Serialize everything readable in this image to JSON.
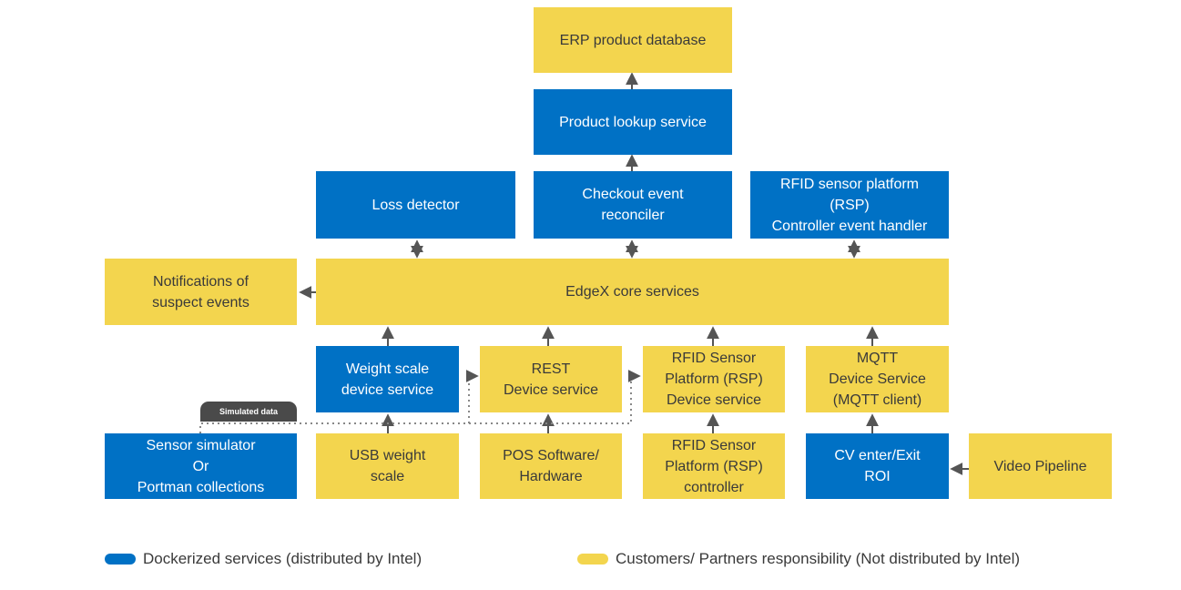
{
  "colors": {
    "intel_blue": "#0071c5",
    "partner_yellow": "#f3d54e",
    "arrow": "#555555"
  },
  "boxes": {
    "erp_db": "ERP product database",
    "product_lookup": "Product lookup service",
    "loss_detector": "Loss detector",
    "checkout_reconciler": "Checkout event\nreconciler",
    "rsp_controller_handler": "RFID sensor platform\n(RSP)\nController event handler",
    "notifications": "Notifications of\nsuspect events",
    "edgex_core": "EdgeX core services",
    "weight_scale_ds": "Weight scale\ndevice service",
    "rest_ds": "REST\nDevice service",
    "rfid_rsp_ds": "RFID Sensor\nPlatform (RSP)\nDevice service",
    "mqtt_ds": "MQTT\nDevice Service\n(MQTT client)",
    "sensor_simulator": "Sensor simulator\nOr\nPortman collections",
    "usb_weight_scale": "USB weight\nscale",
    "pos_hw": "POS Software/\nHardware",
    "rfid_rsp_controller": "RFID Sensor\nPlatform (RSP)\ncontroller",
    "cv_roi": "CV enter/Exit\nROI",
    "video_pipeline": "Video Pipeline"
  },
  "badge": "Simulated data",
  "legend": {
    "dockerized": "Dockerized services (distributed by Intel)",
    "customers": "Customers/ Partners responsibility (Not distributed by Intel)"
  }
}
